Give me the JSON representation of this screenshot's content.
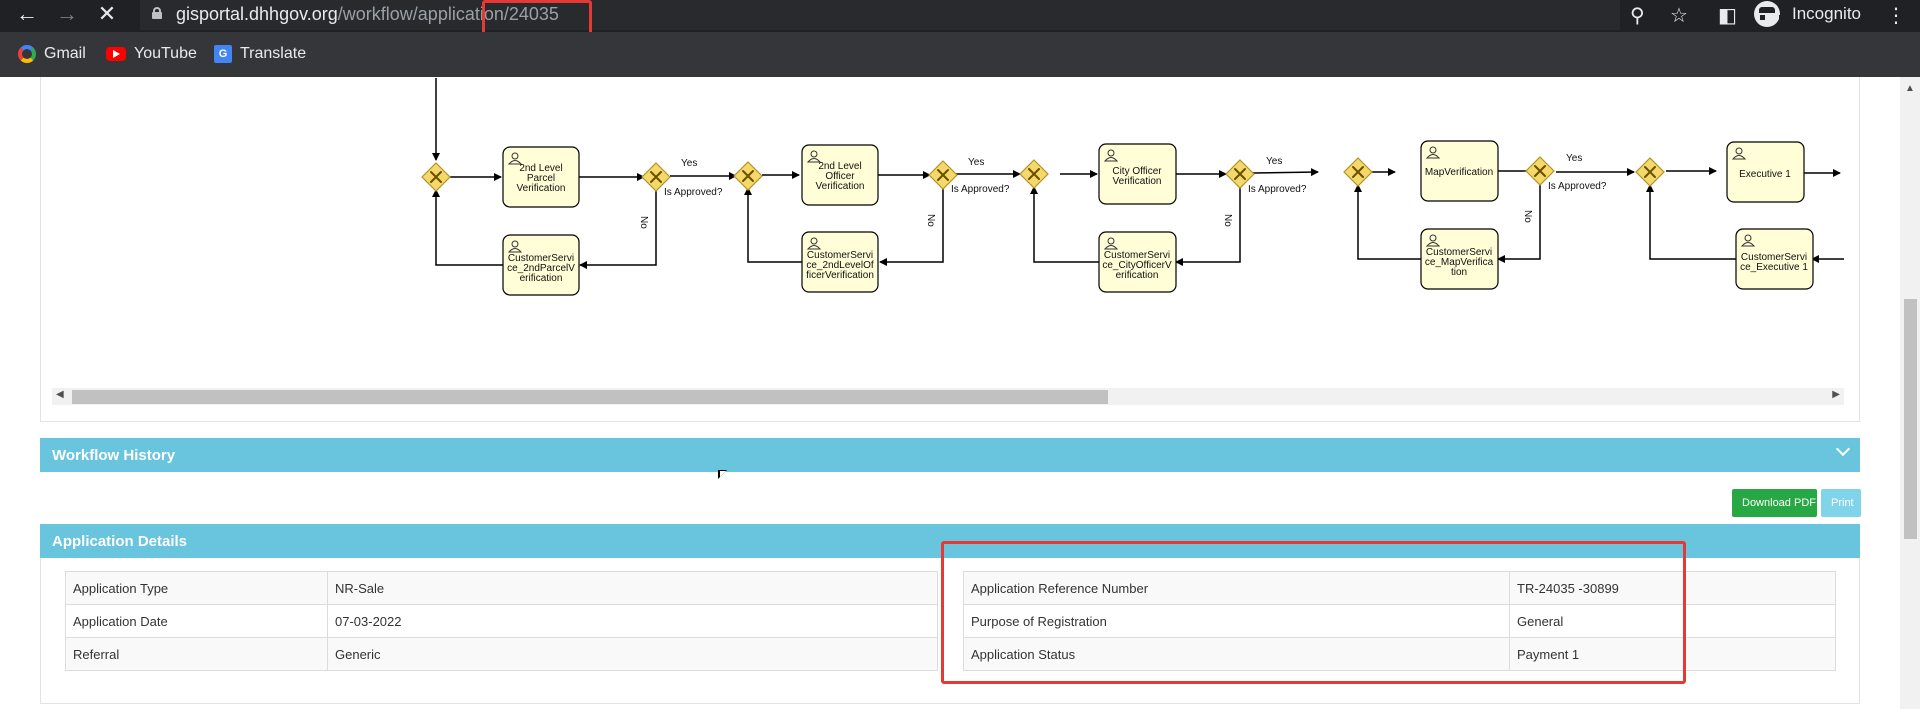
{
  "browser": {
    "url_host": "gisportal.dhhgov.org",
    "url_path": "/workflow/application/24035",
    "profile_label": "Incognito",
    "nav_icons": [
      "back-arrow-icon",
      "forward-arrow-icon",
      "stop-loading-icon"
    ],
    "toolbar_icons": [
      "zoom-icon",
      "star-icon",
      "sidebar-icon",
      "menu-dots-icon"
    ]
  },
  "bookmarks": [
    {
      "label": "Gmail",
      "icon": "google-icon"
    },
    {
      "label": "YouTube",
      "icon": "youtube-icon"
    },
    {
      "label": "Translate",
      "icon": "translate-icon"
    }
  ],
  "workflow": {
    "tasks": [
      {
        "id": "t1",
        "lines": [
          "2nd Level",
          "Parcel",
          "Verification"
        ]
      },
      {
        "id": "t2",
        "lines": [
          "CustomerServi",
          "ce_2ndParcelV",
          "erification"
        ]
      },
      {
        "id": "t3",
        "lines": [
          "2nd Level",
          "Officer",
          "Verification"
        ]
      },
      {
        "id": "t4",
        "lines": [
          "CustomerServi",
          "ce_2ndLevelOf",
          "ficerVerification"
        ]
      },
      {
        "id": "t5",
        "lines": [
          "City Officer",
          "Verification"
        ]
      },
      {
        "id": "t6",
        "lines": [
          "CustomerServi",
          "ce_CityOfficerV",
          "erification"
        ]
      },
      {
        "id": "t7",
        "lines": [
          "MapVerification"
        ]
      },
      {
        "id": "t8",
        "lines": [
          "CustomerServi",
          "ce_MapVerifica",
          "tion"
        ]
      },
      {
        "id": "t9",
        "lines": [
          "Executive 1"
        ]
      },
      {
        "id": "t10",
        "lines": [
          "CustomerServi",
          "ce_Executive 1"
        ]
      }
    ],
    "decision_label": "Is Approved?",
    "yes_label": "Yes",
    "no_label": "No"
  },
  "sections": {
    "history_title": "Workflow History",
    "details_title": "Application Details"
  },
  "actions": {
    "download_pdf": "Download PDF",
    "print": "Print"
  },
  "details_left": [
    {
      "label": "Application Type",
      "value": "NR-Sale"
    },
    {
      "label": "Application Date",
      "value": "07-03-2022"
    },
    {
      "label": "Referral",
      "value": "Generic"
    }
  ],
  "details_right": [
    {
      "label": "Application Reference Number",
      "value": "TR-24035 -30899"
    },
    {
      "label": "Purpose of Registration",
      "value": "General"
    },
    {
      "label": "Application Status",
      "value": "Payment 1"
    }
  ],
  "colors": {
    "panel_header": "#69c4de",
    "task_fill": "#fffed6",
    "gateway_fill": "#f3d86a",
    "highlight": "#e53935",
    "download_btn": "#28a745"
  }
}
